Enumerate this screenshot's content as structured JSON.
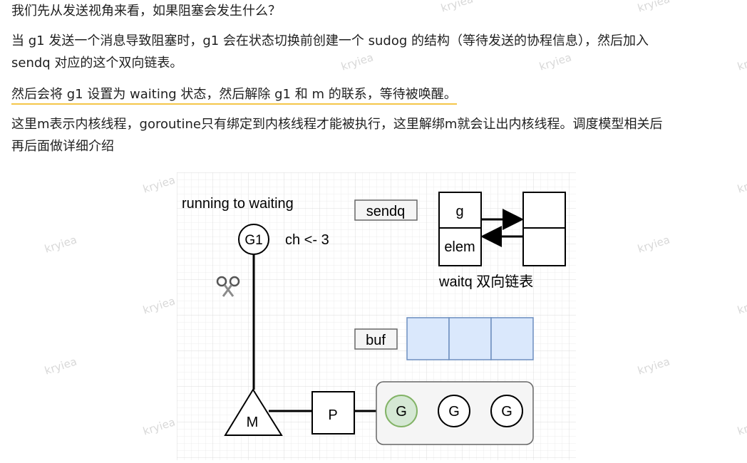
{
  "article": {
    "p1": "我们先从发送视角来看，如果阻塞会发生什么？",
    "p2_line1": "当 g1 发送一个消息导致阻塞时，g1 会在状态切换前创建一个 sudog 的结构（等待发送的协程信息），然后加入",
    "p2_line2": "sendq 对应的这个双向链表。",
    "p3": "然后会将 g1 设置为 waiting 状态，然后解除 g1 和 m 的联系，等待被唤醒。",
    "p4_line1": "这里m表示内核线程，goroutine只有绑定到内核线程才能被执行，这里解绑m就会让出内核线程。调度模型相关后",
    "p4_line2": "再后面做详细介绍"
  },
  "watermark": "kryiea",
  "diagram": {
    "title": "running to waiting",
    "g1_label": "G1",
    "op_label": "ch <- 3",
    "scissors_icon": "scissors-icon",
    "sendq_label": "sendq",
    "sudog_g": "g",
    "sudog_elem": "elem",
    "waitq_label": "waitq 双向链表",
    "buf_label": "buf",
    "m_label": "M",
    "p_label": "P",
    "runq": [
      "G",
      "G",
      "G"
    ],
    "colors": {
      "grid": "#e6e6e6",
      "buf_fill": "#dae8fc",
      "buf_stroke": "#6c8ebf",
      "runq_fill": "#f5f5f5",
      "runq_stroke": "#666666",
      "g_green_fill": "#d5e8d4",
      "g_green_stroke": "#82b366",
      "highlight": "#f4c64a"
    }
  }
}
